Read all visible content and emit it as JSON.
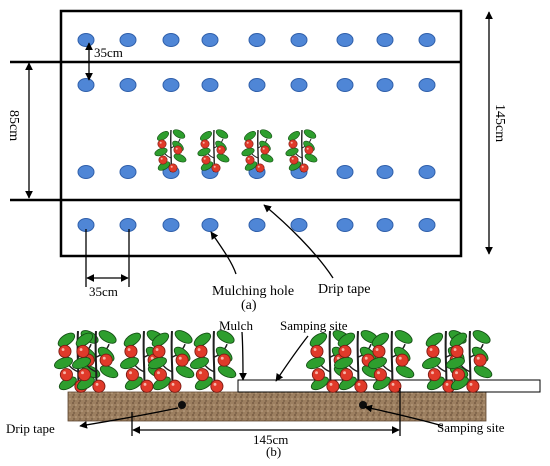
{
  "panel_a": {
    "dim_row_spacing": "35cm",
    "dim_middle_width": "85cm",
    "dim_total_width": "145cm",
    "dim_hole_spacing": "35cm",
    "label_mulching_hole": "Mulching hole",
    "label_drip_tape": "Drip tape",
    "caption": "(a)"
  },
  "panel_b": {
    "label_mulch": "Mulch",
    "label_sampling_site_top": "Samping site",
    "label_drip_tape": "Drip tape",
    "dim_total_width": "145cm",
    "label_sampling_site_right": "Samping site",
    "caption": "(b)"
  },
  "colors": {
    "hole_fill": "#4f86d6",
    "hole_stroke": "#2f5faa",
    "leaf": "#2e9e2e",
    "fruit": "#e03a2a",
    "soil": "#a08566"
  }
}
